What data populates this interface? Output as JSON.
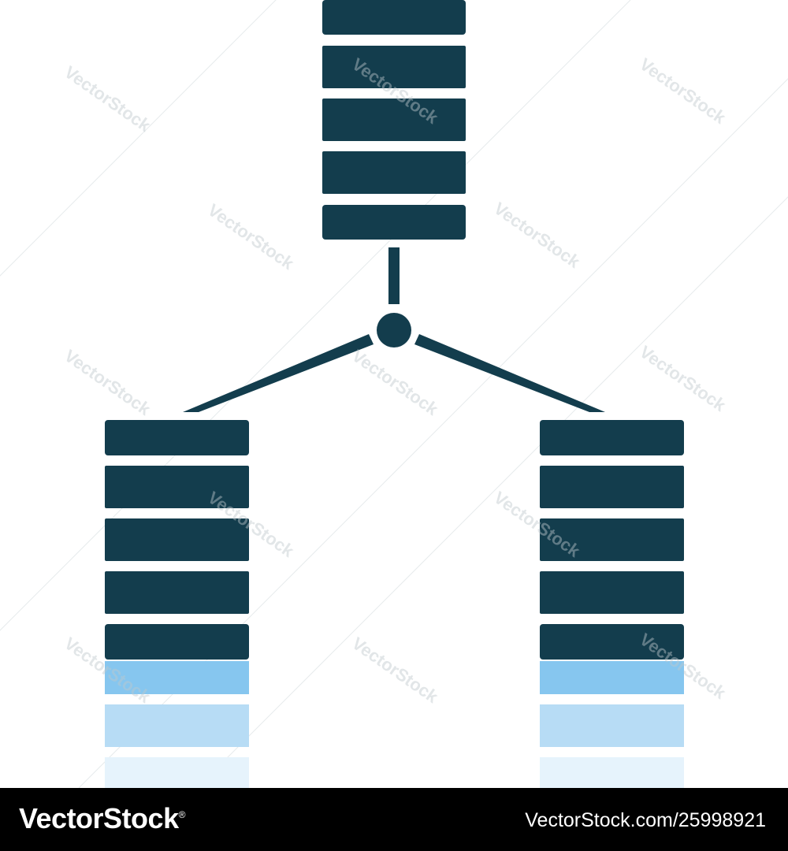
{
  "watermark": {
    "text": "VectorStock",
    "color": "#c4ccd1"
  },
  "icon": {
    "name": "network-servers-icon",
    "server_fill": "#133d4d",
    "reflection_top": "#8ec9ee",
    "reflection_bottom": "#e4f3fc"
  },
  "footer": {
    "brand": "VectorStock",
    "brand_mark": "®",
    "image_id": "VectorStock.com/25998921",
    "background": "#000000",
    "text_color": "#ffffff"
  }
}
